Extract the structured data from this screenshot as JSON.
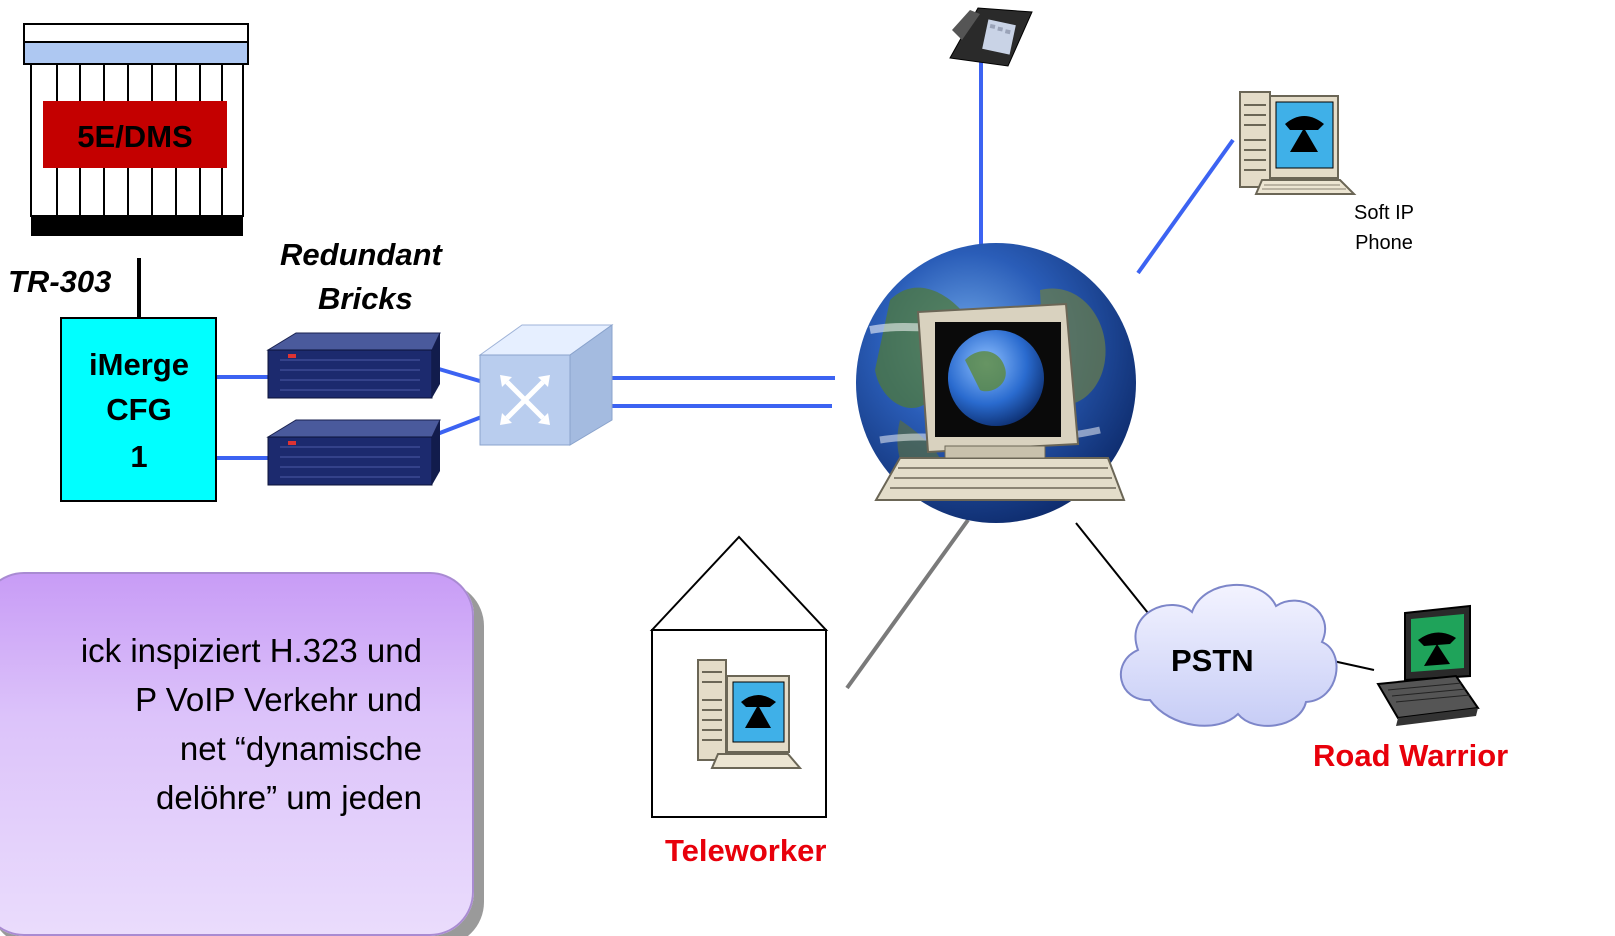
{
  "switch": {
    "label": "5E/DMS"
  },
  "labels": {
    "tr303": "TR-303",
    "redundant_bricks": [
      "Redundant",
      "Bricks"
    ],
    "imerge": [
      "iMerge",
      "CFG",
      "1"
    ],
    "soft_ip_phone": [
      "Soft IP",
      "Phone"
    ],
    "pstn": "PSTN",
    "road_warrior": "Road Warrior",
    "teleworker": "Teleworker"
  },
  "callout": {
    "lines": [
      "ick inspiziert H.323 und",
      "P VoIP Verkehr und",
      "net  “dynamische",
      "delöhre” um jeden"
    ]
  },
  "icons": {
    "switch": "telephone-switch-icon",
    "imerge": "imerge-gateway-icon",
    "brick": "firewall-brick-icon",
    "router": "network-switch-icon",
    "globe": "internet-globe-icon",
    "phone": "desk-phone-icon",
    "pc": "desktop-computer-icon",
    "laptop": "laptop-icon",
    "cloud": "cloud-icon",
    "house": "house-icon"
  },
  "colors": {
    "link_blue": "#3c63f2",
    "link_gray": "#7a7a7a",
    "imerge_fill": "#00ffff",
    "switch_label_fill": "#c40000",
    "accent_red": "#e8000b"
  }
}
